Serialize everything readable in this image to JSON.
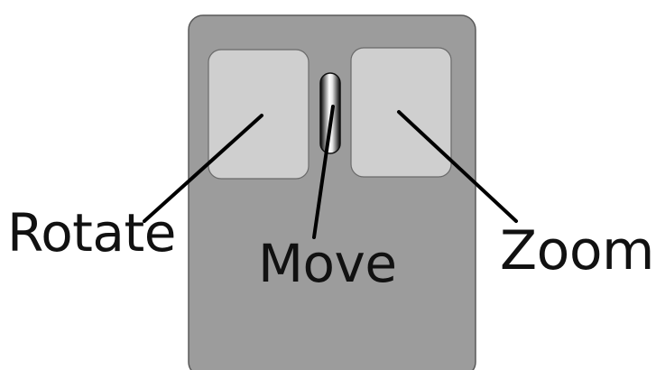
{
  "labels": {
    "rotate": "Rotate",
    "move": "Move",
    "zoom": "Zoom"
  },
  "colors": {
    "mouse_body": "#9c9c9c",
    "mouse_outline": "#5a5a5a",
    "buttons": "#cfcfcf",
    "wheel_dark": "#000000",
    "wheel_light": "#ffffff",
    "leader_lines": "#000000",
    "text": "#111111"
  }
}
